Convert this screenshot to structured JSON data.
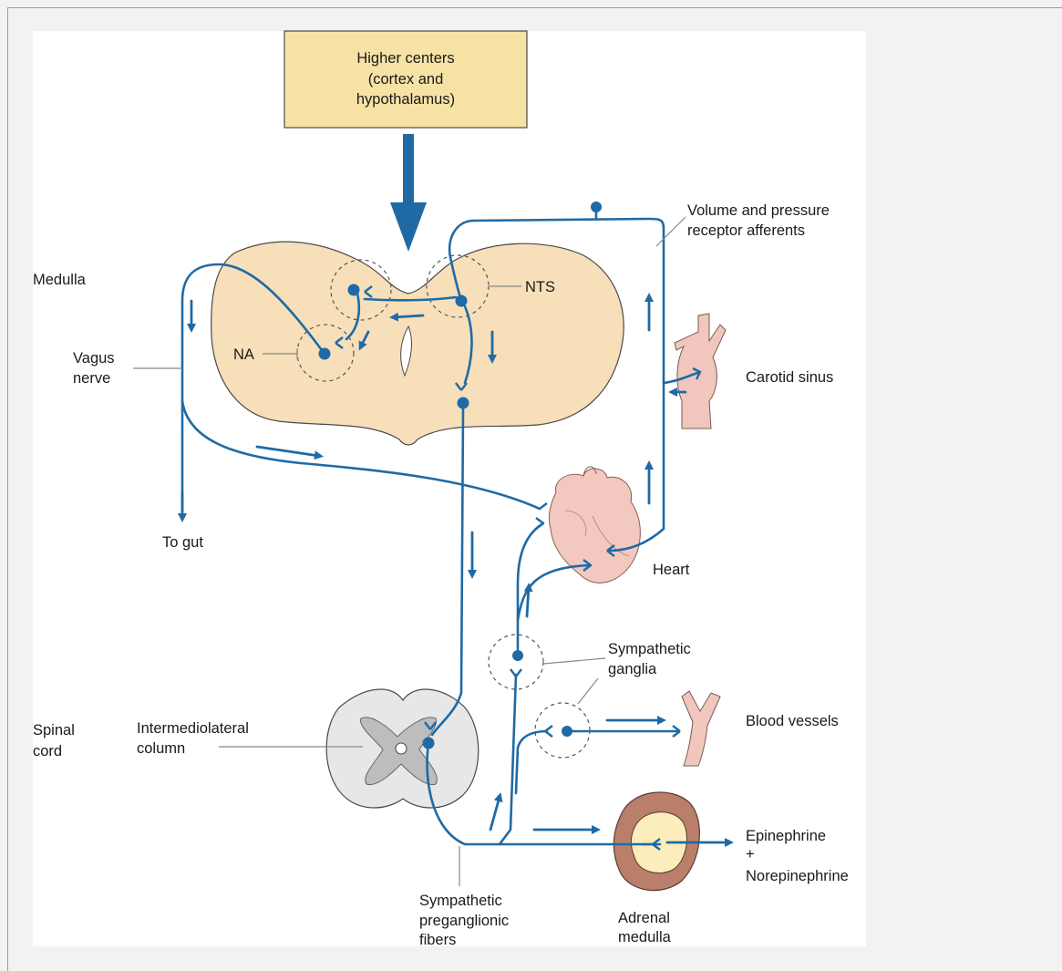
{
  "labels": {
    "higher_centers": [
      "Higher centers",
      "(cortex and",
      "hypothalamus)"
    ],
    "medulla": "Medulla",
    "nts": "NTS",
    "na": "NA",
    "vagus": [
      "Vagus",
      "nerve"
    ],
    "volume_receptor": [
      "Volume and pressure",
      "receptor afferents"
    ],
    "carotid_sinus": "Carotid sinus",
    "to_gut": "To gut",
    "heart": "Heart",
    "sympathetic_ganglia": [
      "Sympathetic",
      "ganglia"
    ],
    "spinal_cord": [
      "Spinal",
      "cord"
    ],
    "intermediolateral": [
      "Intermediolateral",
      "column"
    ],
    "blood_vessels": "Blood vessels",
    "epinephrine": [
      "Epinephrine",
      "+",
      "Norepinephrine"
    ],
    "sympathetic_preganglionic": [
      "Sympathetic",
      "preganglionic",
      "fibers"
    ],
    "adrenal_medulla": [
      "Adrenal",
      "medulla"
    ]
  },
  "colors": {
    "nerve": "#1f6aa5",
    "medulla_fill": "#f6dfb9",
    "box_fill": "#f7e2a6",
    "spinal_gray": "#d9d9d9",
    "tissue_pink": "#f1c6bd",
    "adrenal_outer": "#b97f6a",
    "adrenal_inner": "#fbeebb"
  }
}
